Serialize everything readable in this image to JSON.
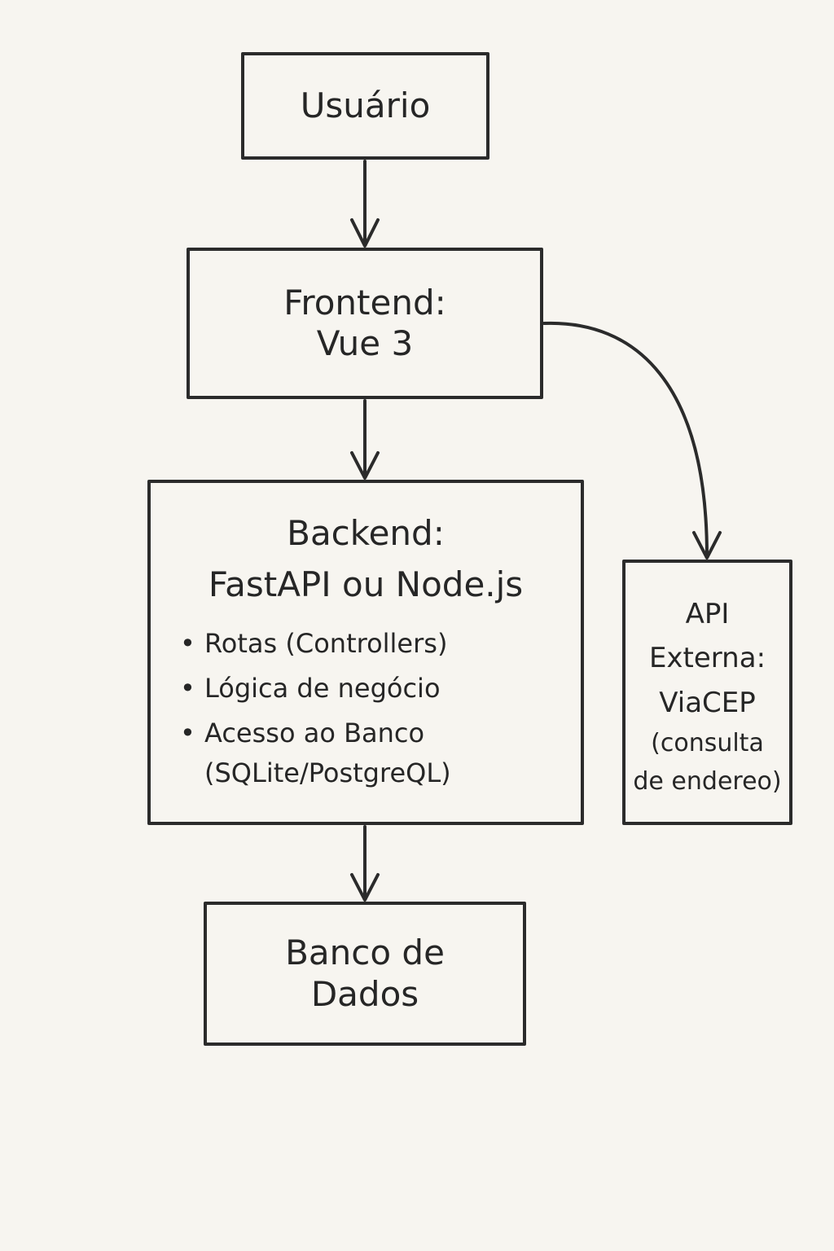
{
  "nodes": {
    "usuario": {
      "lines": [
        "Usuário"
      ]
    },
    "frontend": {
      "lines": [
        "Frontend:",
        "Vue 3"
      ]
    },
    "backend": {
      "title_lines": [
        "Backend:",
        "FastAPI ou Node.js"
      ],
      "items": [
        {
          "text": "Rotas (Controllers)"
        },
        {
          "text": "Lógica de negócio"
        },
        {
          "text": "Acesso ao Banco",
          "continuation": "(SQLite/PostgreQL)"
        }
      ]
    },
    "api_externa": {
      "lines": [
        "API",
        "Externa:",
        "ViaCEP",
        "(consulta",
        "de endereo)"
      ]
    },
    "banco": {
      "lines": [
        "Banco de",
        "Dados"
      ]
    }
  },
  "edges": [
    {
      "from": "usuario",
      "to": "frontend"
    },
    {
      "from": "frontend",
      "to": "backend"
    },
    {
      "from": "frontend",
      "to": "api_externa"
    },
    {
      "from": "backend",
      "to": "banco"
    }
  ],
  "colors": {
    "background": "#f7f5f0",
    "stroke": "#2b2b2b",
    "text": "#262626"
  },
  "bullet_glyph": "•"
}
